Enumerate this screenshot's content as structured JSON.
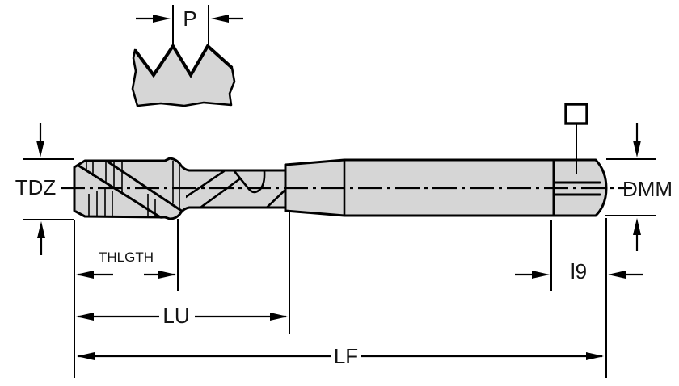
{
  "drawing": {
    "colors": {
      "background": "#ffffff",
      "line": "#000000",
      "body_fill": "#d6d6d6"
    },
    "labels": {
      "pitch": "P",
      "thread_diameter": "TDZ",
      "shank_diameter": "DMM",
      "thread_length": "THLGTH",
      "square_length": "l9",
      "usable_length": "LU",
      "functional_length": "LF"
    }
  }
}
